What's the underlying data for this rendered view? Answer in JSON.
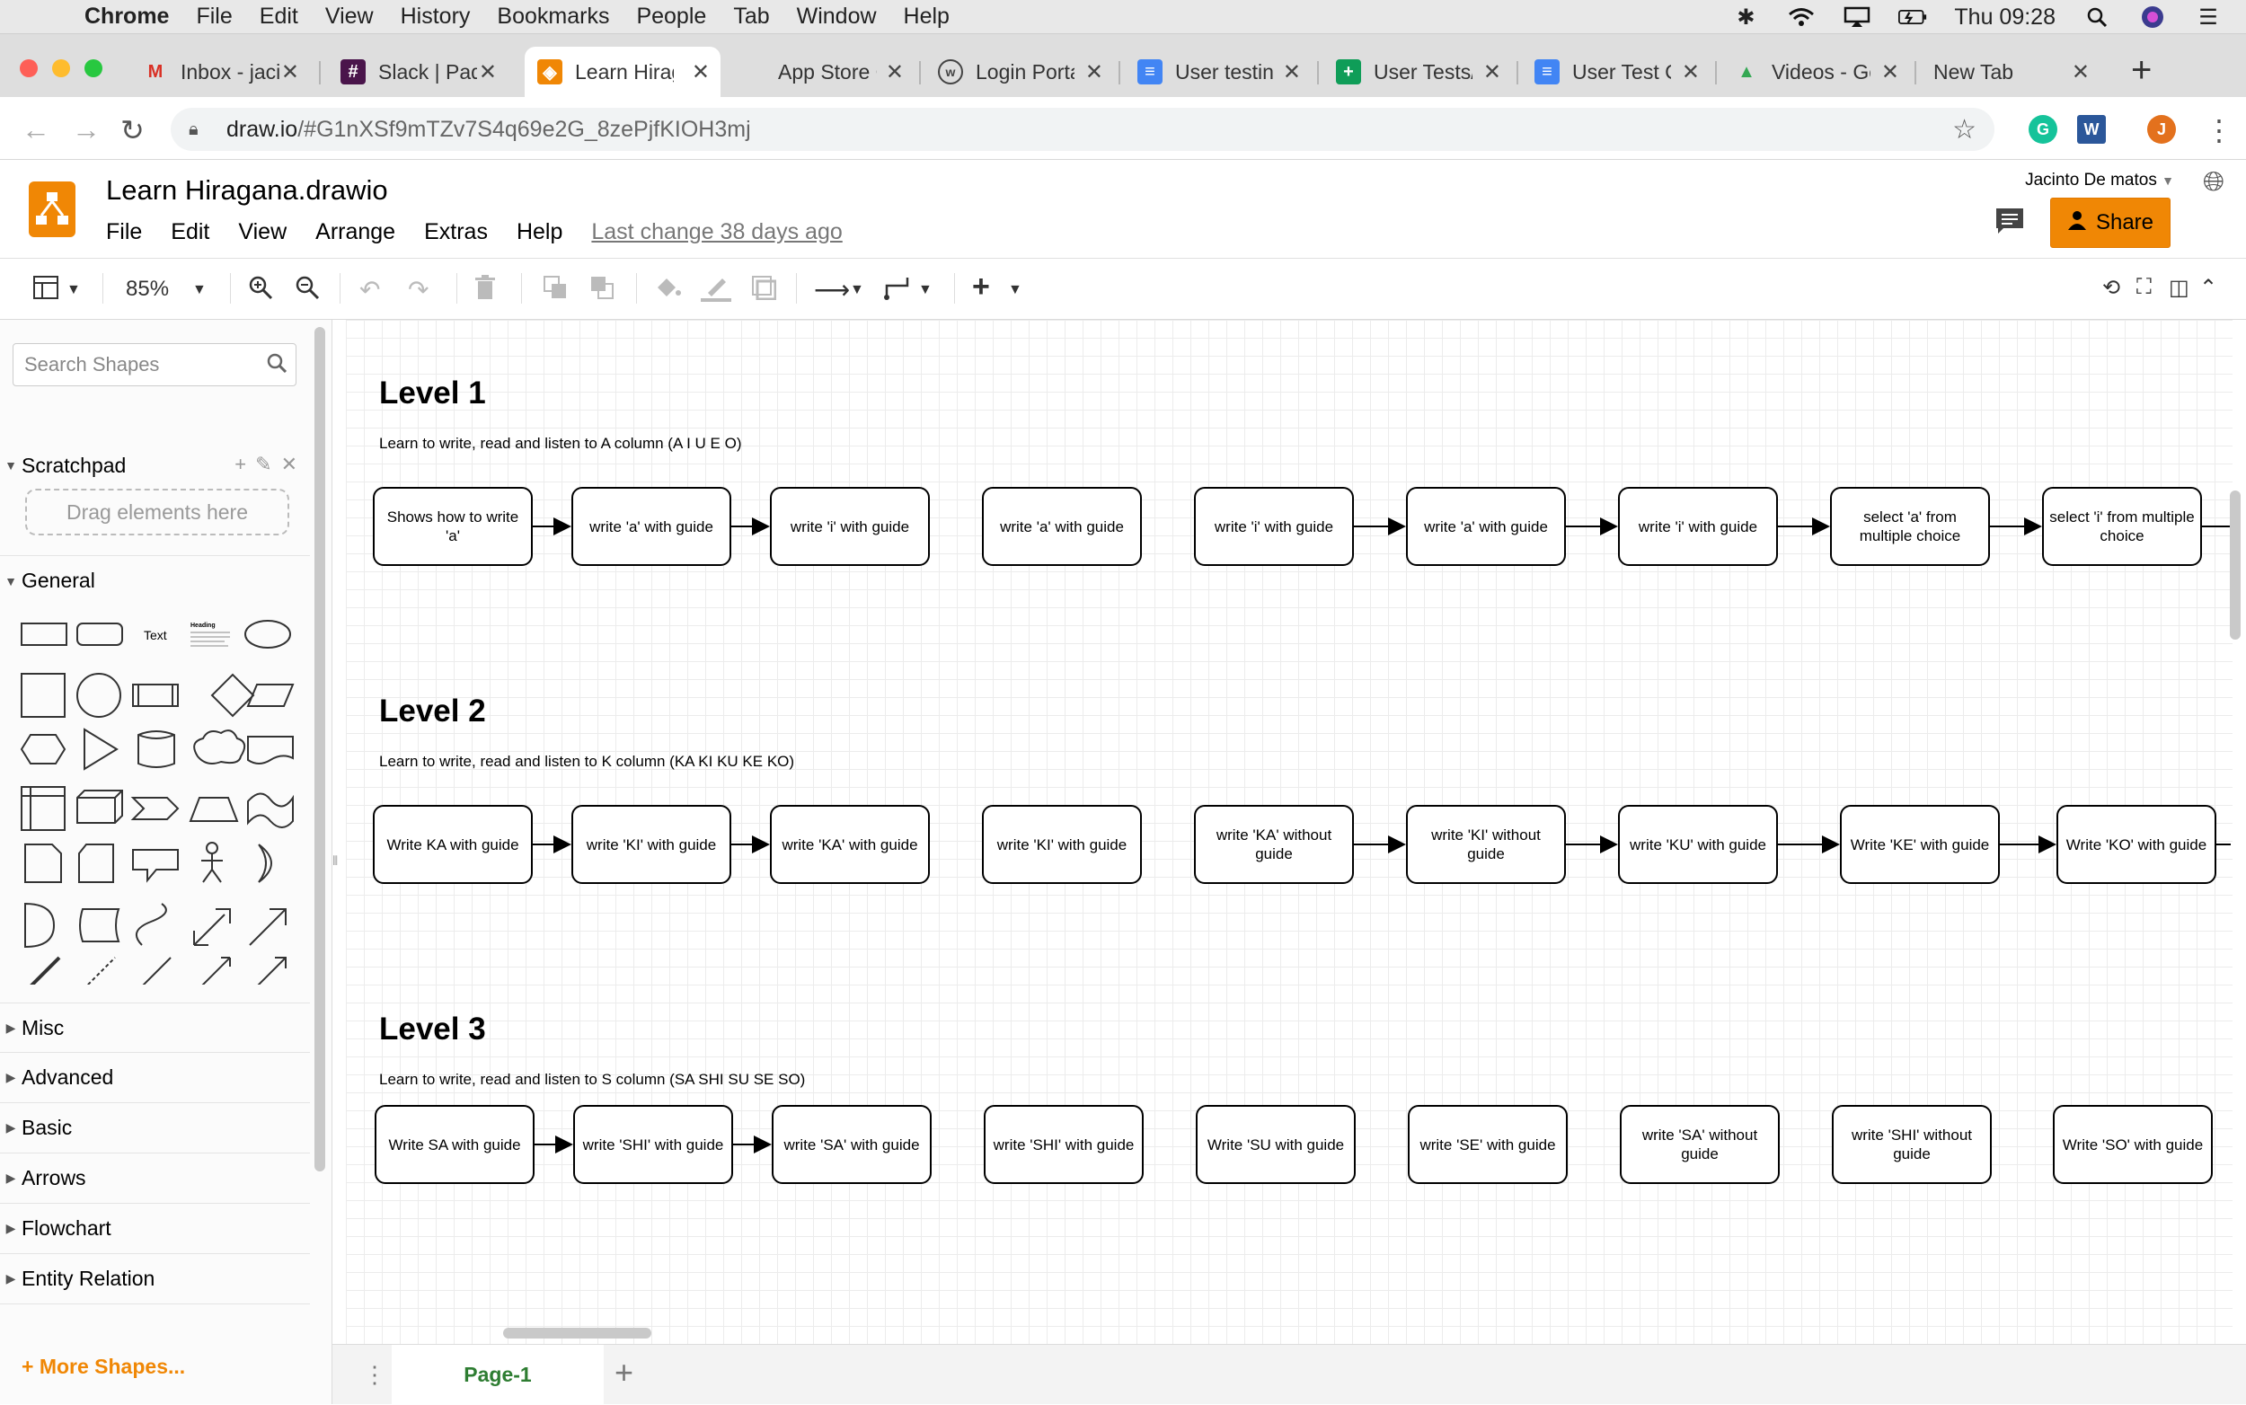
{
  "macmenu": {
    "app": "Chrome",
    "items": [
      "File",
      "Edit",
      "View",
      "History",
      "Bookmarks",
      "People",
      "Tab",
      "Window",
      "Help"
    ],
    "clock": "Thu 09:28"
  },
  "tabs": [
    {
      "label": "Inbox - jaci",
      "icon": "M",
      "color": "#d93025"
    },
    {
      "label": "Slack | Pad",
      "icon": "#",
      "color": "#4a154b"
    },
    {
      "label": "Learn Hirag",
      "icon": "◈",
      "color": "#f08705",
      "active": true
    },
    {
      "label": "App Store C",
      "icon": "",
      "color": "#555"
    },
    {
      "label": "Login Porta",
      "icon": "w",
      "color": "#444"
    },
    {
      "label": "User testin",
      "icon": "≡",
      "color": "#4285f4"
    },
    {
      "label": "User Tests/",
      "icon": "+",
      "color": "#0f9d58"
    },
    {
      "label": "User Test C",
      "icon": "≡",
      "color": "#4285f4"
    },
    {
      "label": "Videos - Gc",
      "icon": "▲",
      "color": "#34a853"
    },
    {
      "label": "New Tab",
      "icon": "",
      "color": "#fff"
    }
  ],
  "address": {
    "host": "draw.io",
    "path": "/#G1nXSf9mTZv7S4q69e2G_8zePjfKIOH3mj"
  },
  "drawio": {
    "title": "Learn Hiragana.drawio",
    "menu": [
      "File",
      "Edit",
      "View",
      "Arrange",
      "Extras",
      "Help"
    ],
    "last_change": "Last change 38 days ago",
    "user": "Jacinto De matos",
    "share": "Share",
    "zoom": "85%"
  },
  "sidebar": {
    "search_placeholder": "Search Shapes",
    "scratchpad": "Scratchpad",
    "drag_here": "Drag elements here",
    "general": "General",
    "shape_text": "Text",
    "shape_heading": "Heading",
    "sections": [
      "Misc",
      "Advanced",
      "Basic",
      "Arrows",
      "Flowchart",
      "Entity Relation"
    ],
    "more_shapes": "More Shapes..."
  },
  "diagram": {
    "levels": [
      {
        "title": "Level 1",
        "desc": "Learn to write, read and listen to A column (A I U E O)",
        "nodes": [
          "Shows how to write 'a'",
          "write 'a' with guide",
          "write 'i' with guide",
          "write 'a' with guide",
          "write 'i' with guide",
          "write 'a' with guide",
          "write 'i' with guide",
          "select 'a' from multiple choice",
          "select 'i' from multiple choice"
        ]
      },
      {
        "title": "Level 2",
        "desc": "Learn to write, read and listen to K column (KA KI KU KE KO)",
        "nodes": [
          "Write KA with guide",
          "write 'KI' with guide",
          "write 'KA' with guide",
          "write 'KI' with guide",
          "write 'KA' without guide",
          "write 'KI' without guide",
          "write 'KU' with guide",
          "Write 'KE' with guide",
          "Write 'KO' with guide"
        ]
      },
      {
        "title": "Level 3",
        "desc": "Learn to write, read and listen to S column (SA SHI SU SE SO)",
        "nodes": [
          "Write SA with guide",
          "write 'SHI' with guide",
          "write 'SA' with guide",
          "write 'SHI' with guide",
          "Write 'SU with guide",
          "write 'SE' with guide",
          "write 'SA' without guide",
          "write 'SHI' without guide",
          "Write 'SO' with guide"
        ]
      }
    ]
  },
  "pages": {
    "current": "Page-1"
  }
}
